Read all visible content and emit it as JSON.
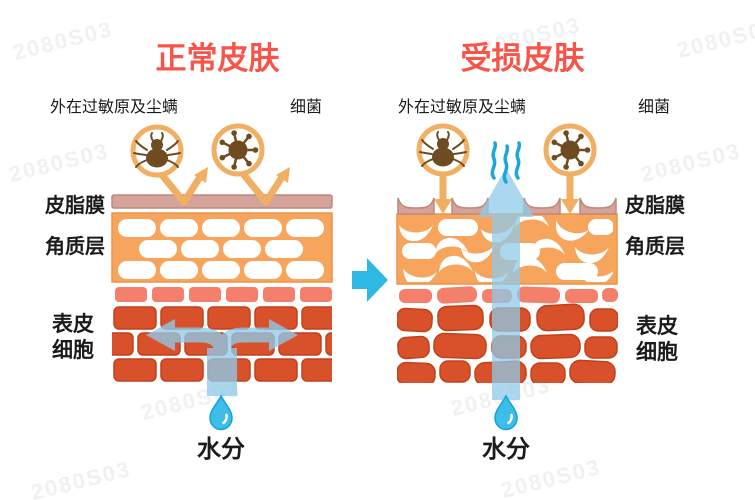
{
  "meta": {
    "watermark_text": "2080S03"
  },
  "colors": {
    "title-red": "#F8544A",
    "label-black": "#1B1B1B",
    "badge-orange": "#F0AF62",
    "critter-brown": "#6F4B22",
    "sebum-pink": "#D5A399",
    "sebum-pink-dark": "#BE897D",
    "corneum-orange": "#F7A55C",
    "corneum-border": "#EE9446",
    "brick-light": "#F4806B",
    "brick-dark": "#D8512A",
    "brick-dark-border": "#C2411A",
    "center-arrow-blue": "#2EB8E4",
    "water-light": "#8FCBEA",
    "steam-blue": "#1BA7DB",
    "droplet-blue": "#3DBEE9",
    "droplet-border": "#15A2D8"
  },
  "panels": {
    "normal": {
      "title": "正常皮肤",
      "allergen_label": "外在过敏原及尘螨",
      "bacteria_label": "细菌",
      "sebum_label": "皮脂膜",
      "corneum_label": "角质层",
      "epidermis_label": "表皮细胞",
      "moisture_label": "水分",
      "icons": [
        "dust-mite-icon",
        "bacteria-icon",
        "deflected-arrow-icon",
        "moisture-spread-arrow-icon",
        "water-droplet-icon"
      ]
    },
    "damaged": {
      "title": "受损皮肤",
      "allergen_label": "外在过敏原及尘螨",
      "bacteria_label": "细菌",
      "sebum_label": "皮脂膜",
      "corneum_label": "角质层",
      "epidermis_label": "表皮细胞",
      "moisture_label": "水分",
      "icons": [
        "dust-mite-icon",
        "bacteria-icon",
        "penetration-arrow-icon",
        "evaporation-steam-icon",
        "water-loss-arrow-icon",
        "water-droplet-icon"
      ]
    },
    "divider": {
      "icon": "arrow-right-icon"
    }
  }
}
